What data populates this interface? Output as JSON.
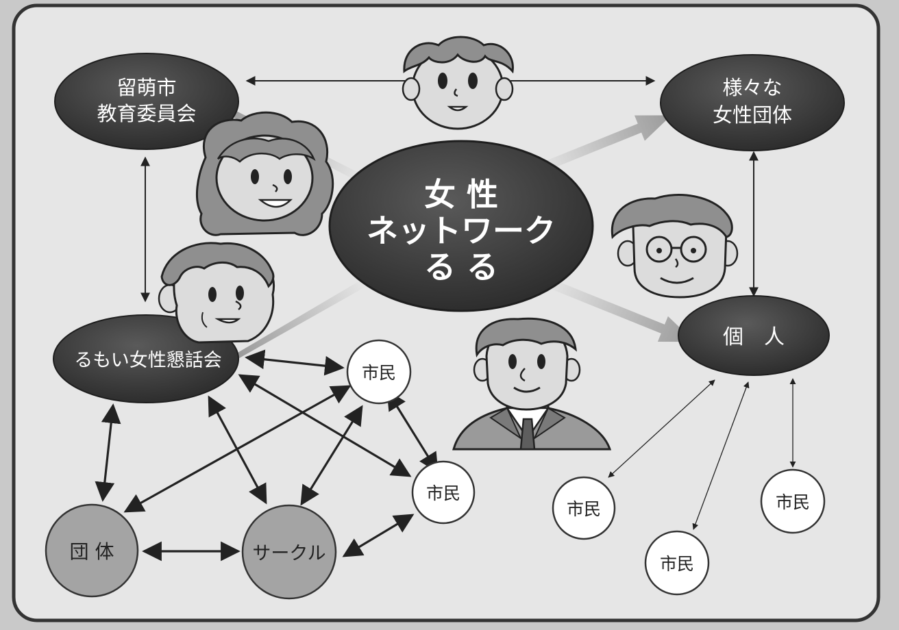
{
  "center": {
    "lines": [
      "女 性",
      "ネットワーク",
      "る る"
    ]
  },
  "nodes": {
    "board": {
      "lines": [
        "留萌市",
        "教育委員会"
      ]
    },
    "groups": {
      "lines": [
        "様々な",
        "女性団体"
      ]
    },
    "kojin": {
      "lines": [
        "個　人"
      ]
    },
    "konwakai": {
      "lines": [
        "るもい女性懇話会"
      ]
    },
    "dantai": {
      "lines": [
        "団 体"
      ]
    },
    "circle": {
      "lines": [
        "サークル"
      ]
    },
    "shimin1": {
      "lines": [
        "市民"
      ]
    },
    "shimin2": {
      "lines": [
        "市民"
      ]
    },
    "shimin3": {
      "lines": [
        "市民"
      ]
    },
    "shimin4": {
      "lines": [
        "市民"
      ]
    },
    "shimin5": {
      "lines": [
        "市民"
      ]
    }
  },
  "colors": {
    "frame_bg": "#e6e6e6",
    "outer_bg": "#c9c9c9",
    "dark_node": "#3a3a3a",
    "dark_node_text": "#ffffff",
    "gray_node": "#a4a4a4",
    "white_node": "#ffffff",
    "arrow": "#222222"
  }
}
